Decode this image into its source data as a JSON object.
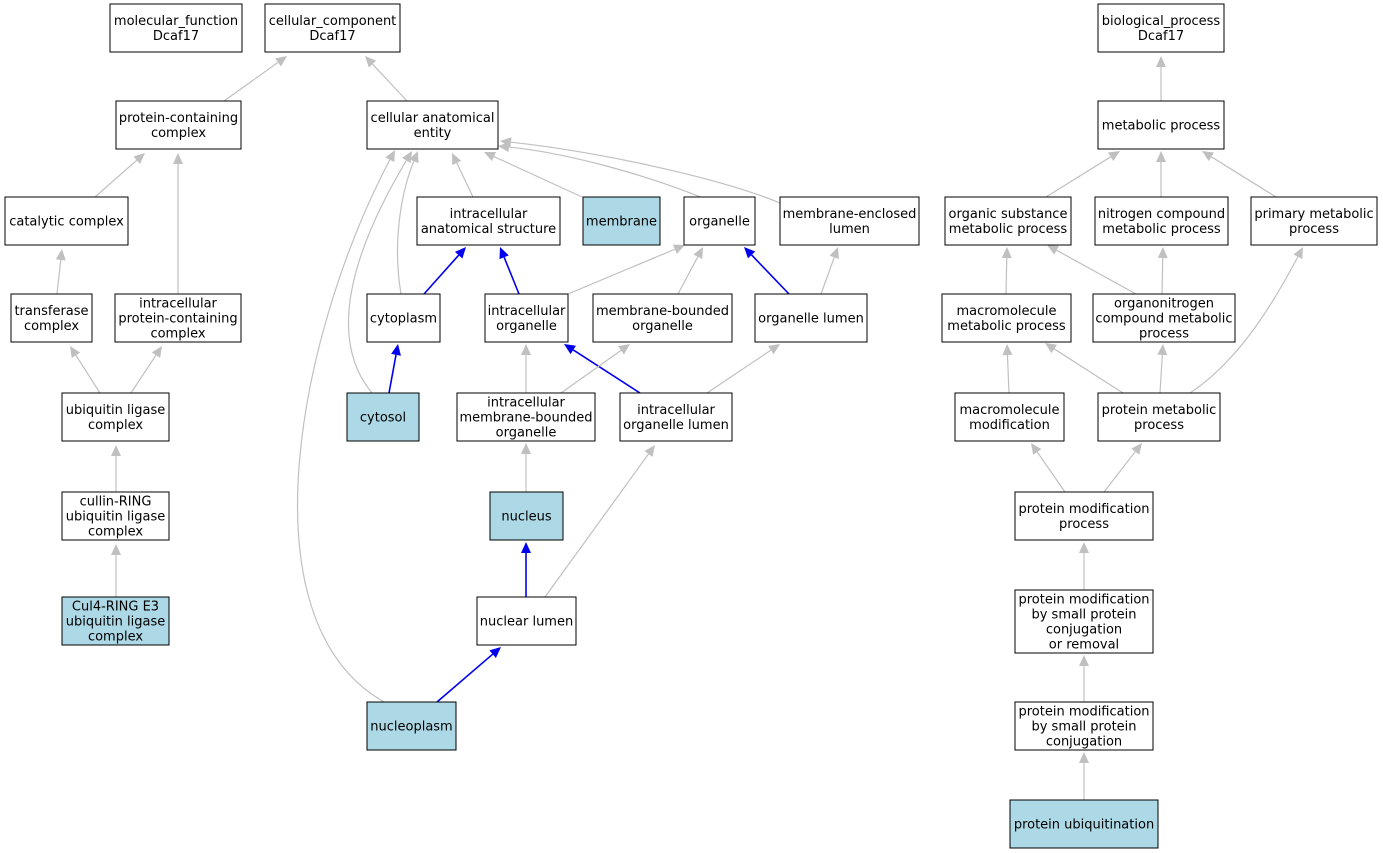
{
  "colors": {
    "highlight_fill": "#add8e6",
    "default_fill": "#ffffff",
    "grey_edge": "#c0c0c0",
    "blue_edge": "#0000ee"
  },
  "nodes": {
    "mf": {
      "label": [
        "molecular_function",
        "Dcaf17"
      ],
      "highlight": false
    },
    "cc": {
      "label": [
        "cellular_component",
        "Dcaf17"
      ],
      "highlight": false
    },
    "bp": {
      "label": [
        "biological_process",
        "Dcaf17"
      ],
      "highlight": false
    },
    "pcc": {
      "label": [
        "protein-containing",
        "complex"
      ],
      "highlight": false
    },
    "cae": {
      "label": [
        "cellular anatomical",
        "entity"
      ],
      "highlight": false
    },
    "catc": {
      "label": [
        "catalytic complex"
      ],
      "highlight": false
    },
    "ias": {
      "label": [
        "intracellular",
        "anatomical structure"
      ],
      "highlight": false
    },
    "memb": {
      "label": [
        "membrane"
      ],
      "highlight": true
    },
    "org": {
      "label": [
        "organelle"
      ],
      "highlight": false
    },
    "mel": {
      "label": [
        "membrane-enclosed",
        "lumen"
      ],
      "highlight": false
    },
    "trc": {
      "label": [
        "transferase",
        "complex"
      ],
      "highlight": false
    },
    "ipcc": {
      "label": [
        "intracellular",
        "protein-containing",
        "complex"
      ],
      "highlight": false
    },
    "cyto": {
      "label": [
        "cytoplasm"
      ],
      "highlight": false
    },
    "io": {
      "label": [
        "intracellular",
        "organelle"
      ],
      "highlight": false
    },
    "mbo": {
      "label": [
        "membrane-bounded",
        "organelle"
      ],
      "highlight": false
    },
    "ol": {
      "label": [
        "organelle lumen"
      ],
      "highlight": false
    },
    "ulc": {
      "label": [
        "ubiquitin ligase",
        "complex"
      ],
      "highlight": false
    },
    "cytosol": {
      "label": [
        "cytosol"
      ],
      "highlight": true
    },
    "imbo": {
      "label": [
        "intracellular",
        "membrane-bounded",
        "organelle"
      ],
      "highlight": false
    },
    "iol": {
      "label": [
        "intracellular",
        "organelle lumen"
      ],
      "highlight": false
    },
    "nucleus": {
      "label": [
        "nucleus"
      ],
      "highlight": true
    },
    "crl": {
      "label": [
        "cullin-RING",
        "ubiquitin ligase",
        "complex"
      ],
      "highlight": false
    },
    "nl": {
      "label": [
        "nuclear lumen"
      ],
      "highlight": false
    },
    "cul4": {
      "label": [
        "Cul4-RING E3",
        "ubiquitin ligase",
        "complex"
      ],
      "highlight": true
    },
    "np": {
      "label": [
        "nucleoplasm"
      ],
      "highlight": true
    },
    "mp": {
      "label": [
        "metabolic process"
      ],
      "highlight": false
    },
    "osmp": {
      "label": [
        "organic substance",
        "metabolic process"
      ],
      "highlight": false
    },
    "ncmp": {
      "label": [
        "nitrogen compound",
        "metabolic process"
      ],
      "highlight": false
    },
    "pmp": {
      "label": [
        "primary metabolic",
        "process"
      ],
      "highlight": false
    },
    "mmp": {
      "label": [
        "macromolecule",
        "metabolic process"
      ],
      "highlight": false
    },
    "oncmp": {
      "label": [
        "organonitrogen",
        "compound metabolic",
        "process"
      ],
      "highlight": false
    },
    "mm": {
      "label": [
        "macromolecule",
        "modification"
      ],
      "highlight": false
    },
    "prmp": {
      "label": [
        "protein metabolic",
        "process"
      ],
      "highlight": false
    },
    "pmod": {
      "label": [
        "protein modification",
        "process"
      ],
      "highlight": false
    },
    "pmscr": {
      "label": [
        "protein modification",
        "by small protein",
        "conjugation",
        "or removal"
      ],
      "highlight": false
    },
    "pmsc": {
      "label": [
        "protein modification",
        "by small protein",
        "conjugation"
      ],
      "highlight": false
    },
    "pu": {
      "label": [
        "protein ubiquitination"
      ],
      "highlight": true
    }
  },
  "edges": [
    {
      "from": "pcc",
      "to": "cc",
      "color": "grey"
    },
    {
      "from": "cae",
      "to": "cc",
      "color": "grey"
    },
    {
      "from": "catc",
      "to": "pcc",
      "color": "grey"
    },
    {
      "from": "ipcc",
      "to": "pcc",
      "color": "grey"
    },
    {
      "from": "trc",
      "to": "catc",
      "color": "grey"
    },
    {
      "from": "ulc",
      "to": "trc",
      "color": "grey"
    },
    {
      "from": "ulc",
      "to": "ipcc",
      "color": "grey"
    },
    {
      "from": "crl",
      "to": "ulc",
      "color": "grey"
    },
    {
      "from": "cul4",
      "to": "crl",
      "color": "grey"
    },
    {
      "from": "ias",
      "to": "cae",
      "color": "grey"
    },
    {
      "from": "memb",
      "to": "cae",
      "color": "grey"
    },
    {
      "from": "org",
      "to": "cae",
      "color": "grey"
    },
    {
      "from": "mel",
      "to": "cae",
      "color": "grey"
    },
    {
      "from": "cyto",
      "to": "cae",
      "color": "grey"
    },
    {
      "from": "cytosol",
      "to": "cae",
      "color": "grey"
    },
    {
      "from": "np",
      "to": "cae",
      "color": "grey"
    },
    {
      "from": "cyto",
      "to": "ias",
      "color": "blue"
    },
    {
      "from": "io",
      "to": "ias",
      "color": "blue"
    },
    {
      "from": "io",
      "to": "org",
      "color": "grey"
    },
    {
      "from": "mbo",
      "to": "org",
      "color": "grey"
    },
    {
      "from": "ol",
      "to": "org",
      "color": "blue"
    },
    {
      "from": "ol",
      "to": "mel",
      "color": "grey"
    },
    {
      "from": "cytosol",
      "to": "cyto",
      "color": "blue"
    },
    {
      "from": "imbo",
      "to": "io",
      "color": "grey"
    },
    {
      "from": "iol",
      "to": "io",
      "color": "blue"
    },
    {
      "from": "imbo",
      "to": "mbo",
      "color": "grey"
    },
    {
      "from": "iol",
      "to": "ol",
      "color": "grey"
    },
    {
      "from": "nucleus",
      "to": "imbo",
      "color": "grey"
    },
    {
      "from": "nl",
      "to": "nucleus",
      "color": "blue"
    },
    {
      "from": "nl",
      "to": "iol",
      "color": "grey"
    },
    {
      "from": "np",
      "to": "nl",
      "color": "blue"
    },
    {
      "from": "mp",
      "to": "bp",
      "color": "grey"
    },
    {
      "from": "osmp",
      "to": "mp",
      "color": "grey"
    },
    {
      "from": "ncmp",
      "to": "mp",
      "color": "grey"
    },
    {
      "from": "pmp",
      "to": "mp",
      "color": "grey"
    },
    {
      "from": "mmp",
      "to": "osmp",
      "color": "grey"
    },
    {
      "from": "oncmp",
      "to": "osmp",
      "color": "grey"
    },
    {
      "from": "oncmp",
      "to": "ncmp",
      "color": "grey"
    },
    {
      "from": "mm",
      "to": "mmp",
      "color": "grey"
    },
    {
      "from": "prmp",
      "to": "mmp",
      "color": "grey"
    },
    {
      "from": "prmp",
      "to": "oncmp",
      "color": "grey"
    },
    {
      "from": "prmp",
      "to": "pmp",
      "color": "grey"
    },
    {
      "from": "pmod",
      "to": "mm",
      "color": "grey"
    },
    {
      "from": "pmod",
      "to": "prmp",
      "color": "grey"
    },
    {
      "from": "pmscr",
      "to": "pmod",
      "color": "grey"
    },
    {
      "from": "pmsc",
      "to": "pmscr",
      "color": "grey"
    },
    {
      "from": "pu",
      "to": "pmsc",
      "color": "grey"
    }
  ]
}
